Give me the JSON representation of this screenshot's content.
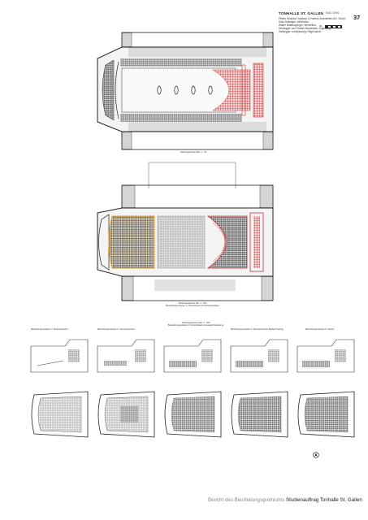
{
  "header": {
    "title": "TONHALLE ST. GALLEN",
    "date": "MAG 2006",
    "lines": [
      "Pfister Schiess Tropeano & Partner Architekten AG, Zürich",
      "Kast Zellweger, Winterthur",
      "Walter Baltensperger, Winterthur",
      "Heinegger und Partner Bauphysik, Engelburg",
      "Halbegger Lichtplanung, Regensdorf"
    ],
    "scale_label": "50",
    "page_number": "37"
  },
  "captions": {
    "plan_upper": "Galeriegeschoss Mst. 1 : 00",
    "plan_lower_1": "Parterregeschoss Mst. 1 : 100",
    "plan_lower_2": "Bestuhlungsvariante 1 / Konzertsaal mit Orchestergraben",
    "variant_center_1": "Parterregeschoss Mst. 1 : 200",
    "variant_center_2": "Bestuhlungsvariante 3 / Konzertsaal mit Ausgleichstrahlung",
    "variant_1": "Bestuhlungsvariante 1 / Sinfoniekonzert",
    "variant_2": "Bestuhlungsvariante 2 / Kammerkonzert",
    "variant_4": "Bestuhlungsvariante 4 / Kammerkonzert-Bankett Vortrag",
    "variant_5": "Bestuhlungsvariante 5 / Dinner"
  },
  "footer": {
    "prefix": "Bericht des Beurteilungsgremiums",
    "title": "Studienauftrag Tonhalle St. Gallen"
  }
}
